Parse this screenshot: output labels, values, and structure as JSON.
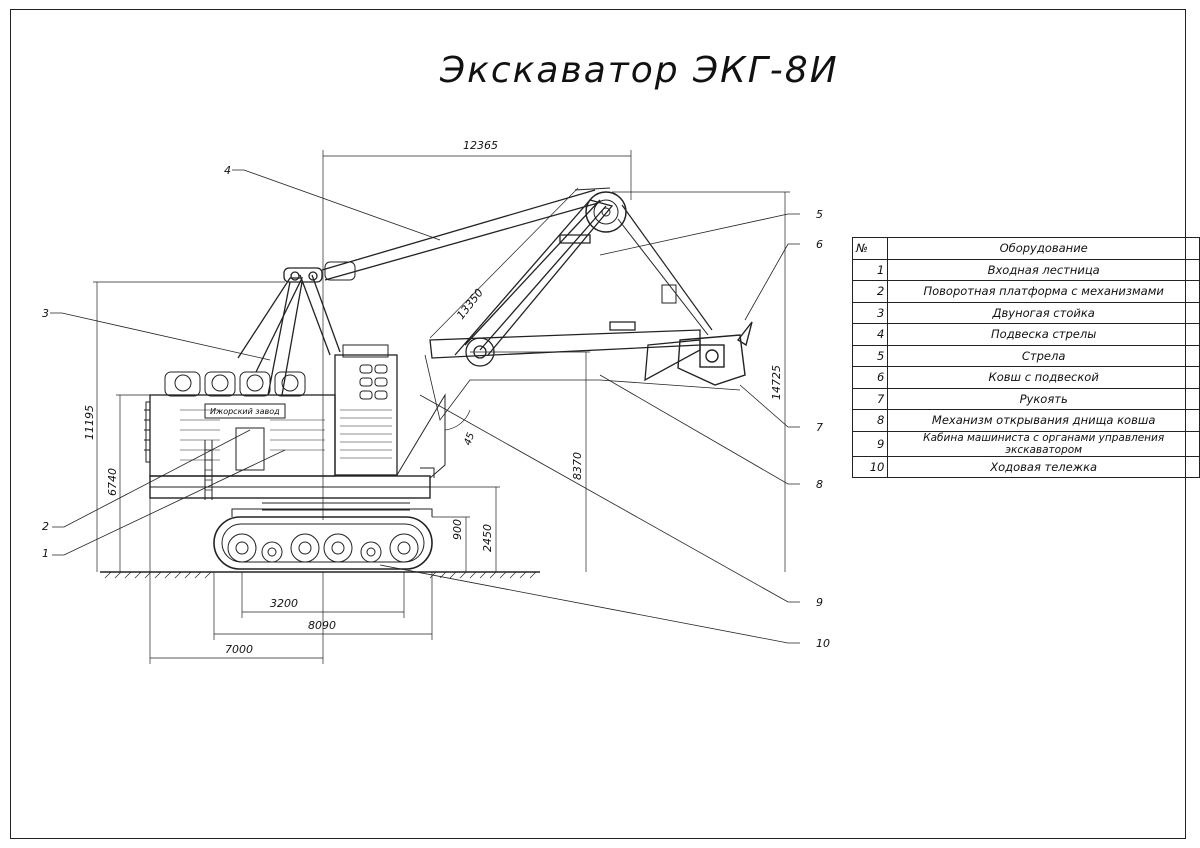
{
  "title": "Экскаватор ЭКГ-8И",
  "plate_label": "Ижорский завод",
  "dimensions": {
    "top_width": "12365",
    "boom_length": "13350",
    "height_overall": "11195",
    "platform_height": "6740",
    "pivot_height": "8370",
    "max_height": "14725",
    "clearance": "900",
    "track_height": "2450",
    "track_base": "3200",
    "track_width": "8090",
    "tail_radius": "7000",
    "angle": "45"
  },
  "callouts": [
    "1",
    "2",
    "3",
    "4",
    "5",
    "6",
    "7",
    "8",
    "9",
    "10"
  ],
  "spec_table": {
    "header_num": "№",
    "header_name": "Оборудование",
    "rows": [
      {
        "num": "1",
        "name": "Входная лестница"
      },
      {
        "num": "2",
        "name": "Поворотная платформа с механизмами"
      },
      {
        "num": "3",
        "name": "Двуногая стойка"
      },
      {
        "num": "4",
        "name": "Подвеска стрелы"
      },
      {
        "num": "5",
        "name": "Стрела"
      },
      {
        "num": "6",
        "name": "Ковш с подвеской"
      },
      {
        "num": "7",
        "name": "Рукоять"
      },
      {
        "num": "8",
        "name": "Механизм открывания днища ковша"
      },
      {
        "num": "9",
        "name": "Кабина машиниста с органами управления экскаватором"
      },
      {
        "num": "10",
        "name": "Ходовая тележка"
      }
    ]
  }
}
